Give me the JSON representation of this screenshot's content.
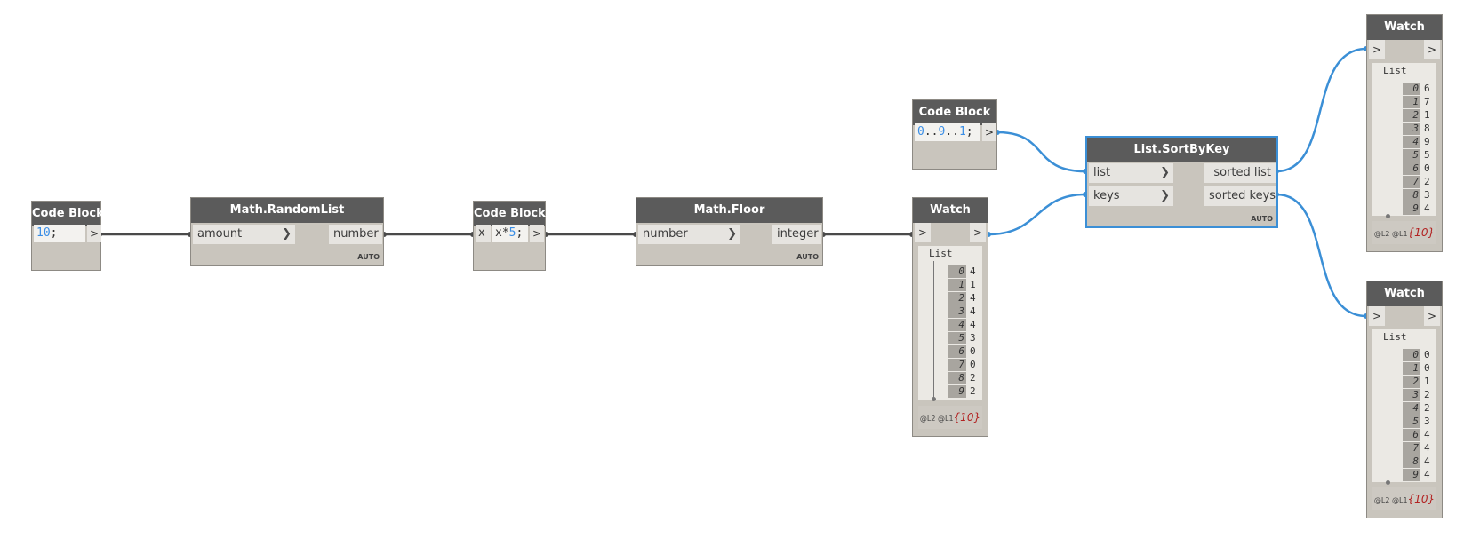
{
  "nodes": {
    "cb1": {
      "title": "Code Block",
      "code_num": "10",
      "code_rest": ";",
      "out": ">"
    },
    "randomlist": {
      "title": "Math.RandomList",
      "in_label": "amount",
      "out_label": "number",
      "lacing": "AUTO",
      "in_arrow": "❯"
    },
    "cb2": {
      "title": "Code Block",
      "in_label": "x",
      "code_pre": "x*",
      "code_num": "5",
      "code_rest": ";",
      "out": ">"
    },
    "floor": {
      "title": "Math.Floor",
      "in_label": "number",
      "out_label": "integer",
      "lacing": "AUTO",
      "in_arrow": "❯"
    },
    "cb3": {
      "title": "Code Block",
      "code_a": "0",
      "code_b": "..",
      "code_c": "9",
      "code_d": "..",
      "code_e": "1",
      "code_rest": ";",
      "out": ">"
    },
    "sortbykey": {
      "title": "List.SortByKey",
      "in1": "list",
      "in2": "keys",
      "out1": "sorted list",
      "out2": "sorted keys",
      "lacing": "AUTO",
      "in_arrow": "❯"
    },
    "watch1": {
      "title": "Watch",
      "in": ">",
      "out": ">",
      "list_label": "List",
      "values": [
        "4",
        "1",
        "4",
        "4",
        "4",
        "3",
        "0",
        "0",
        "2",
        "2"
      ],
      "levels": "@L2 @L1",
      "count": "{10}"
    },
    "watch2": {
      "title": "Watch",
      "in": ">",
      "out": ">",
      "list_label": "List",
      "values": [
        "6",
        "7",
        "1",
        "8",
        "9",
        "5",
        "0",
        "2",
        "3",
        "4"
      ],
      "levels": "@L2 @L1",
      "count": "{10}"
    },
    "watch3": {
      "title": "Watch",
      "in": ">",
      "out": ">",
      "list_label": "List",
      "values": [
        "0",
        "0",
        "1",
        "2",
        "2",
        "3",
        "4",
        "4",
        "4",
        "4"
      ],
      "levels": "@L2 @L1",
      "count": "{10}"
    }
  },
  "indices": [
    "0",
    "1",
    "2",
    "3",
    "4",
    "5",
    "6",
    "7",
    "8",
    "9"
  ],
  "colors": {
    "header": "#5b5b5b",
    "body": "#c9c5bd",
    "wire_dark": "#4a4a4a",
    "wire_blue": "#3b8fd6",
    "number": "#3a8ee6",
    "count": "#b22222"
  }
}
